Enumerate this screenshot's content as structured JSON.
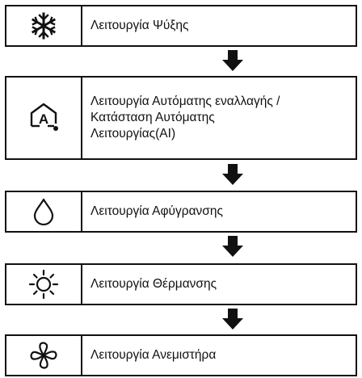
{
  "modes": [
    {
      "icon": "snowflake-icon",
      "lines": [
        "Λειτουργία Ψύξης"
      ]
    },
    {
      "icon": "auto-mode-icon",
      "lines": [
        "Λειτουργία Αυτόματης εναλλαγής  /",
        "Κατάσταση Αυτόματης",
        "Λειτουργίας(AI)"
      ]
    },
    {
      "icon": "water-drop-icon",
      "lines": [
        "Λειτουργία Αφύγρανσης"
      ]
    },
    {
      "icon": "sun-icon",
      "lines": [
        "Λειτουργία Θέρμανσης"
      ]
    },
    {
      "icon": "fan-icon",
      "lines": [
        "Λειτουργία Ανεμιστήρα"
      ]
    }
  ],
  "auto_icon_letter": "A"
}
